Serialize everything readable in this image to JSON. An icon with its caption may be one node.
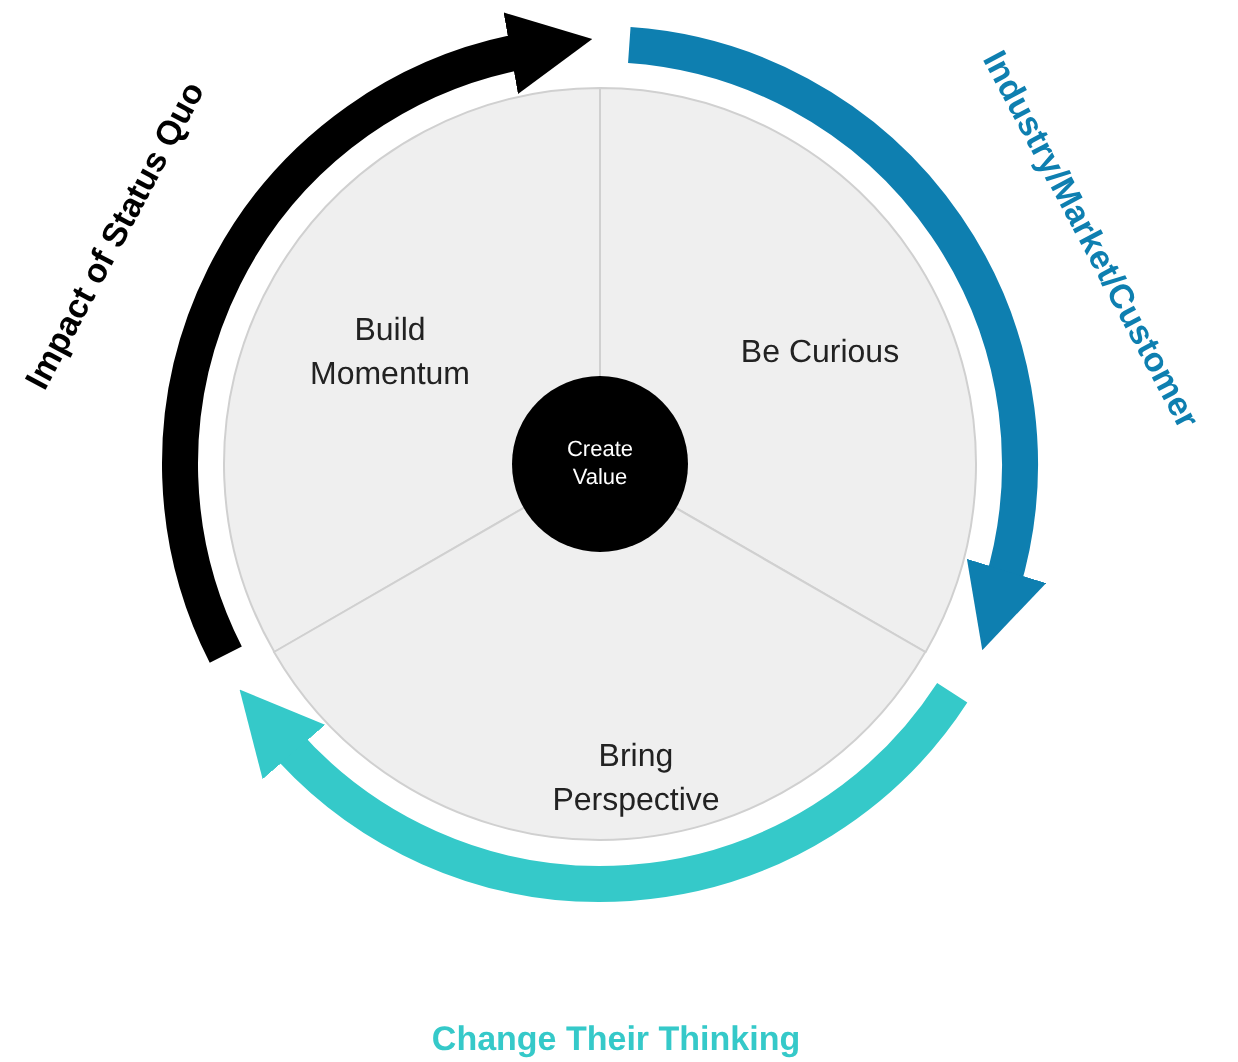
{
  "diagram": {
    "nodes": [
      {
        "text": [
          "Build Momentum"
        ]
      },
      {
        "text": [
          "Be Curious"
        ]
      },
      {
        "text": [
          "Create Value"
        ]
      },
      {
        "text": [
          "Bring Perspective"
        ]
      }
    ],
    "labels": [
      "Impact of Status Quo",
      "Industry/Market/Customer",
      "Change Their Thinking"
    ]
  }
}
